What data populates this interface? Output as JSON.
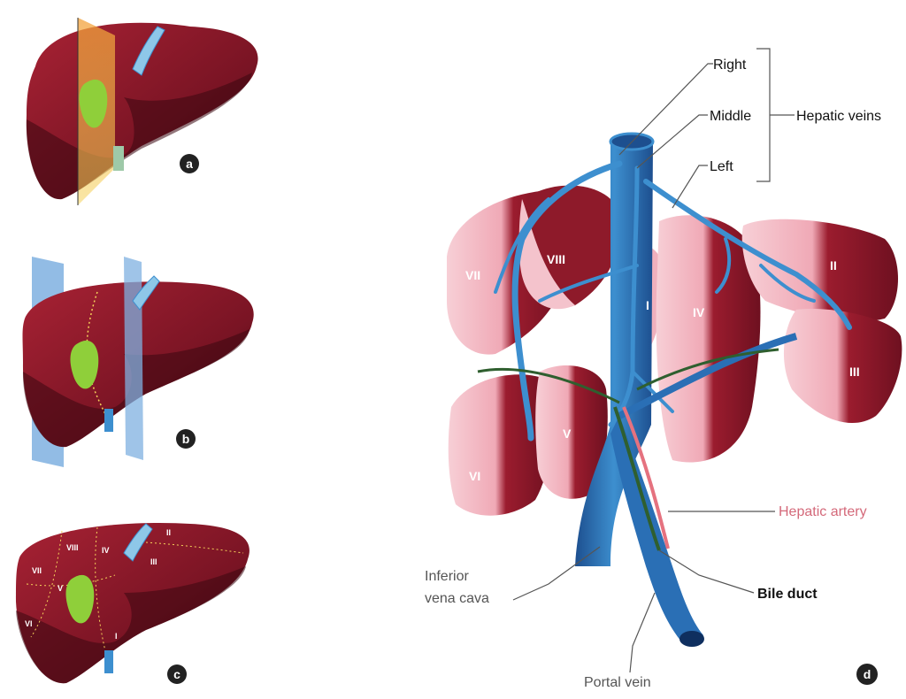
{
  "panels": {
    "a": {
      "badge": "a"
    },
    "b": {
      "badge": "b"
    },
    "c": {
      "badge": "c",
      "segments": [
        "II",
        "III",
        "IV",
        "V",
        "VI",
        "VII",
        "VIII",
        "I"
      ]
    },
    "d": {
      "badge": "d",
      "segments": [
        "VII",
        "VIII",
        "I",
        "IV",
        "II",
        "III",
        "V",
        "VI"
      ],
      "labels": {
        "right": "Right",
        "middle": "Middle",
        "left": "Left",
        "hepatic_veins": "Hepatic veins",
        "hepatic_artery": "Hepatic artery",
        "bile_duct": "Bile duct",
        "inferior_vena_cava_line1": "Inferior",
        "inferior_vena_cava_line2": "vena cava",
        "portal_vein": "Portal vein"
      }
    }
  },
  "colors": {
    "liver": "#8e1a2a",
    "liver_dark": "#4a0b16",
    "liver_light": "#f4c3cc",
    "vein": "#3d8fcf",
    "vein_dark": "#1d4f8f",
    "gallbladder": "#8fcf3a",
    "artery": "#e5727f",
    "bile": "#2f5f2f",
    "plane_blue": "#7fb0e0",
    "plane_orange": "#f2a13a",
    "label_gray": "#555555",
    "label_pink": "#d4697a"
  }
}
